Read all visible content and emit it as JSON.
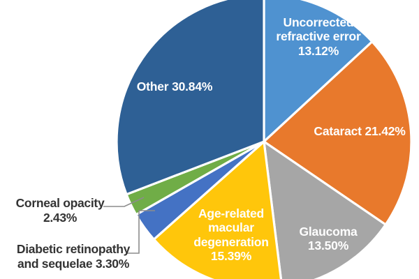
{
  "chart_data": {
    "type": "pie",
    "title": "",
    "subtitle": "",
    "xlabel": "",
    "ylabel": "",
    "legend_position": "none",
    "grid": false,
    "start_angle_deg": 0,
    "direction": "clockwise",
    "unit": "%",
    "categories": [
      "Uncorrected refractive error",
      "Cataract",
      "Glaucoma",
      "Age-related macular degeneration",
      "Diabetic retinopathy and sequelae",
      "Corneal opacity",
      "Other"
    ],
    "values": [
      13.12,
      21.42,
      13.5,
      15.39,
      3.3,
      2.43,
      30.84
    ],
    "colors": [
      "#4f92d0",
      "#e8792c",
      "#a6a6a6",
      "#ffc60b",
      "#4472c4",
      "#70ad47",
      "#2e6095"
    ],
    "slices": [
      {
        "name": "uncorrected-refractive-error",
        "label": "Uncorrected\nrefractive error\n13.12%",
        "category": "Uncorrected refractive error",
        "value": 13.12,
        "value_text": "13.12%",
        "color": "#4f92d0",
        "label_color": "#333333",
        "label_placement": "inside"
      },
      {
        "name": "cataract",
        "label": "Cataract 21.42%",
        "category": "Cataract",
        "value": 21.42,
        "value_text": "21.42%",
        "color": "#e8792c",
        "label_color": "#ffffff",
        "label_placement": "inside"
      },
      {
        "name": "glaucoma",
        "label": "Glaucoma\n13.50%",
        "category": "Glaucoma",
        "value": 13.5,
        "value_text": "13.50%",
        "color": "#a6a6a6",
        "label_color": "#ffffff",
        "label_placement": "inside"
      },
      {
        "name": "age-related-macular-degeneration",
        "label": "Age-related\nmacular\ndegeneration\n15.39%",
        "category": "Age-related macular degeneration",
        "value": 15.39,
        "value_text": "15.39%",
        "color": "#ffc60b",
        "label_color": "#ffffff",
        "label_placement": "inside"
      },
      {
        "name": "diabetic-retinopathy-and-sequelae",
        "label": "Diabetic retinopathy\nand sequelae 3.30%",
        "category": "Diabetic retinopathy and sequelae",
        "value": 3.3,
        "value_text": "3.30%",
        "color": "#4472c4",
        "label_color": "#333333",
        "label_placement": "outside"
      },
      {
        "name": "corneal-opacity",
        "label": "Corneal opacity\n2.43%",
        "category": "Corneal opacity",
        "value": 2.43,
        "value_text": "2.43%",
        "color": "#70ad47",
        "label_color": "#333333",
        "label_placement": "outside"
      },
      {
        "name": "other",
        "label": "Other 30.84%",
        "category": "Other",
        "value": 30.84,
        "value_text": "30.84%",
        "color": "#2e6095",
        "label_color": "#ffffff",
        "label_placement": "inside"
      }
    ]
  }
}
